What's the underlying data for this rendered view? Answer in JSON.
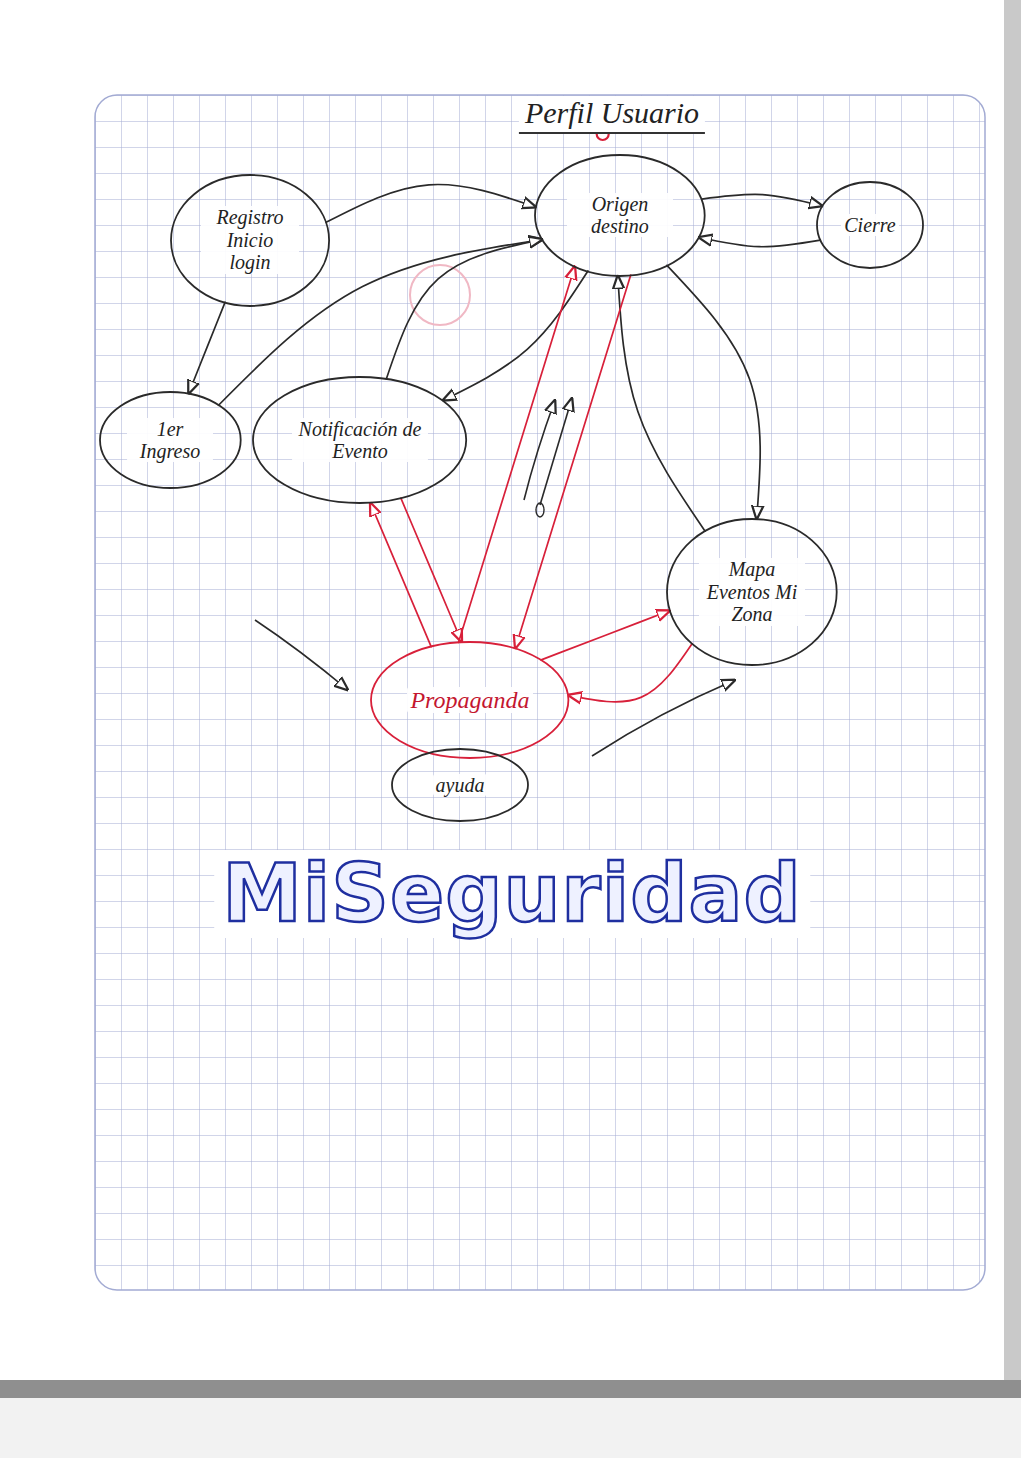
{
  "diagram": {
    "title": "Perfil Usuario",
    "nodes": [
      {
        "text": [
          "Registro Inicio login"
        ]
      },
      {
        "text": [
          "Origen destino"
        ]
      },
      {
        "text": [
          "Cierre"
        ]
      },
      {
        "text": [
          "1er Ingreso"
        ]
      },
      {
        "text": [
          "Notificación de Evento"
        ]
      },
      {
        "text": [
          "Mapa Eventos Mi Zona"
        ]
      },
      {
        "text": [
          "Propaganda"
        ]
      },
      {
        "text": [
          "ayuda"
        ]
      }
    ],
    "edges": [
      {
        "from": 0,
        "to": 1,
        "arrow": "to"
      },
      {
        "from": 0,
        "to": 3,
        "arrow": "to"
      },
      {
        "from": 3,
        "to": 1,
        "arrow": "to"
      },
      {
        "from": 4,
        "to": 1,
        "arrow": "to"
      },
      {
        "from": 1,
        "to": 4,
        "arrow": "to"
      },
      {
        "from": 1,
        "to": 2,
        "arrow": "to"
      },
      {
        "from": 2,
        "to": 1,
        "arrow": "to"
      },
      {
        "from": 1,
        "to": 5,
        "arrow": "to"
      },
      {
        "from": 5,
        "to": 1,
        "arrow": "to"
      },
      {
        "from": 6,
        "to": 4,
        "arrow": "to"
      },
      {
        "from": 4,
        "to": 6,
        "arrow": "to"
      },
      {
        "from": 6,
        "to": 1,
        "arrow": "to"
      },
      {
        "from": 1,
        "to": 6,
        "arrow": "to"
      },
      {
        "from": 6,
        "to": 5,
        "arrow": "to"
      },
      {
        "from": 5,
        "to": 6,
        "arrow": "to"
      }
    ],
    "labels": [
      "MiSeguridad"
    ]
  }
}
